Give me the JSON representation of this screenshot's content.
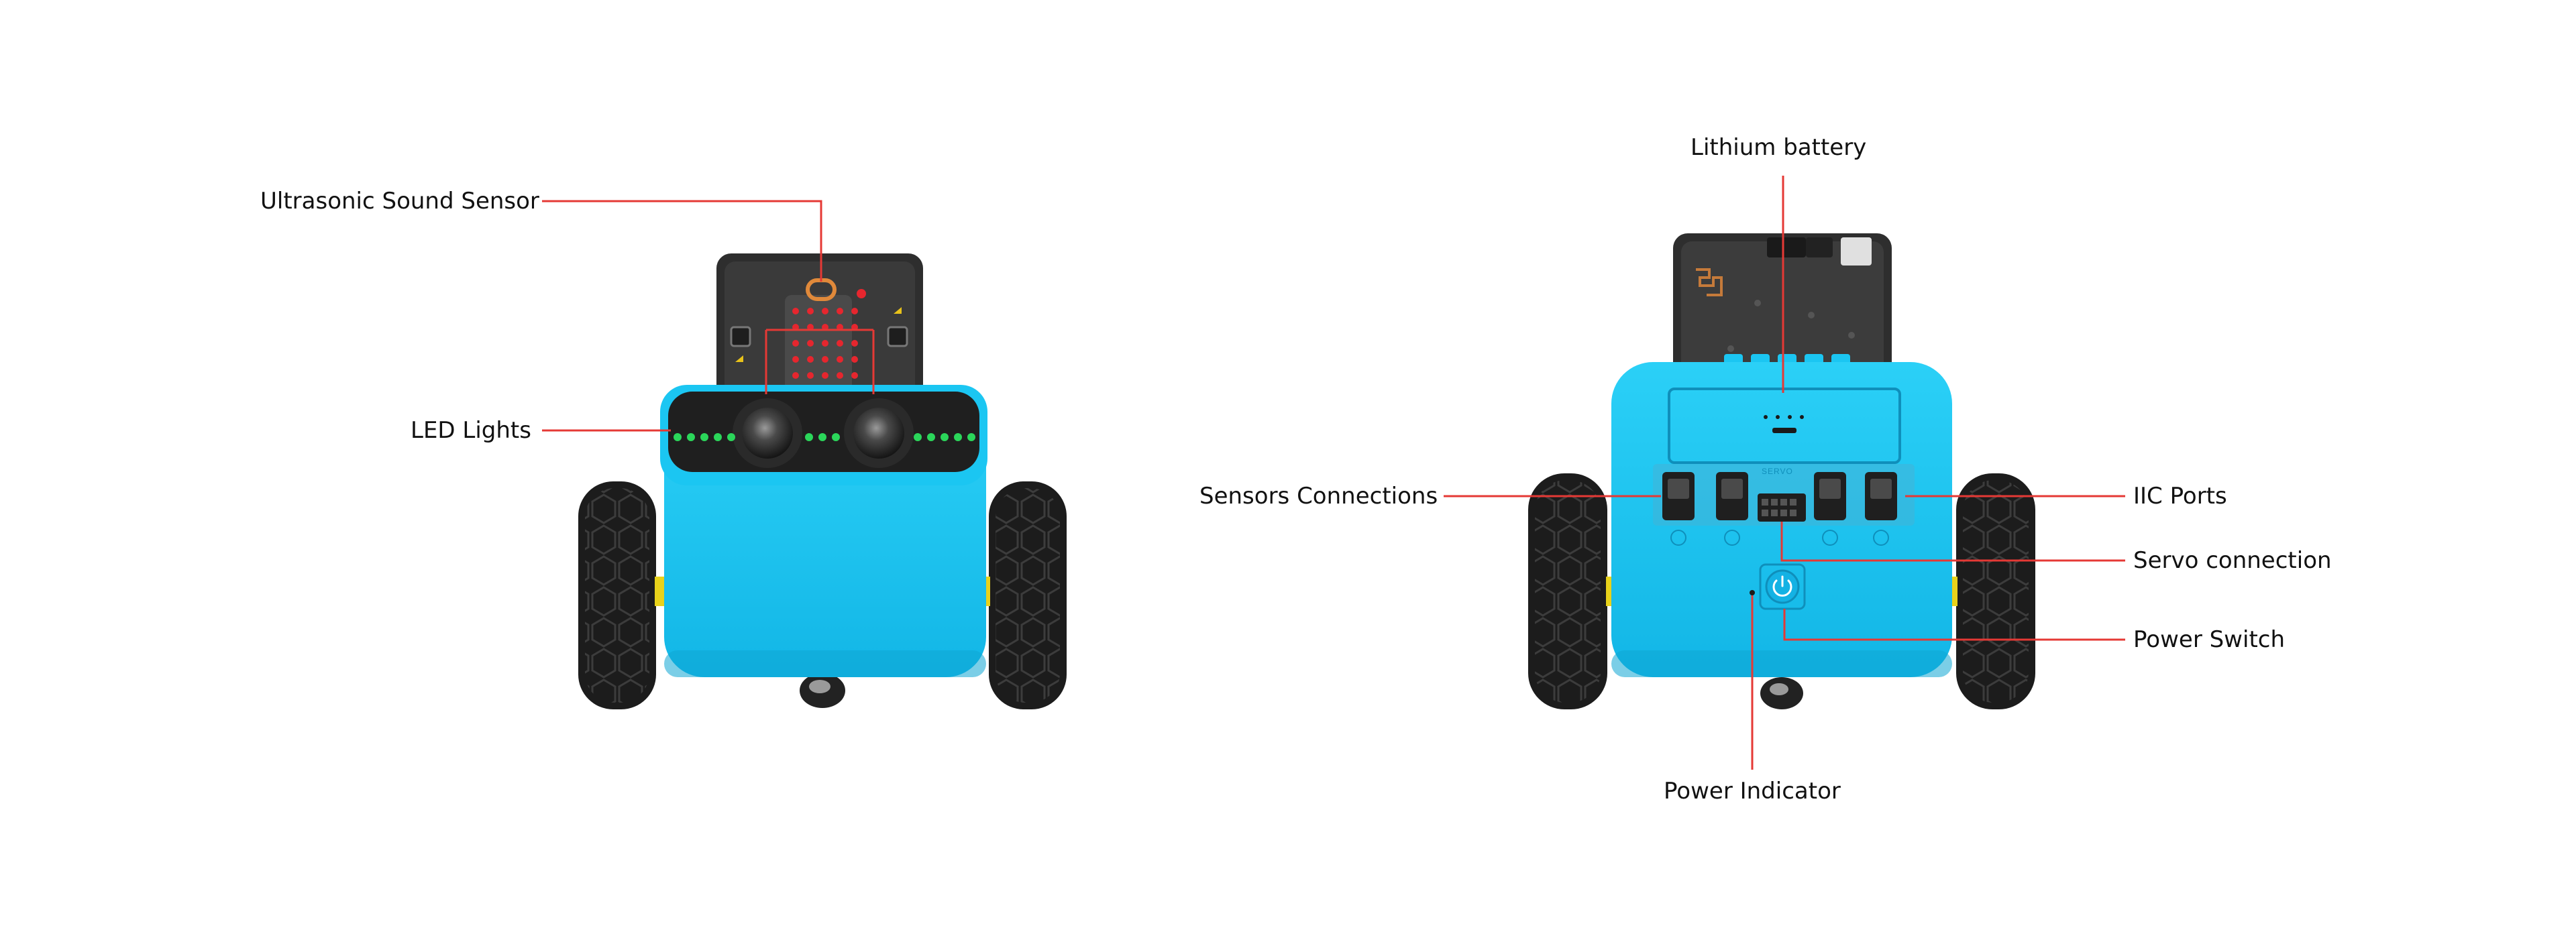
{
  "colors": {
    "body": "#1bc6f2",
    "body_shadow": "#0fa6d4",
    "callout_line": "#e53935",
    "led_green": "#2bd65a",
    "microbit_led_red": "#e6262e",
    "tire": "#1c1c1c",
    "board": "#2e2e2e",
    "label_text": "#111111"
  },
  "labels": {
    "ultrasonic": "Ultrasonic Sound Sensor",
    "led": "LED Lights",
    "lithium": "Lithium battery",
    "sensors": "Sensors Connections",
    "iic": "IIC Ports",
    "servo": "Servo connection",
    "power_switch": "Power Switch",
    "power_indicator": "Power Indicator"
  },
  "back_panel": {
    "servo_label": "SERVO"
  },
  "icons": {
    "power": "power-icon",
    "logo": "microbit-logo-icon"
  }
}
